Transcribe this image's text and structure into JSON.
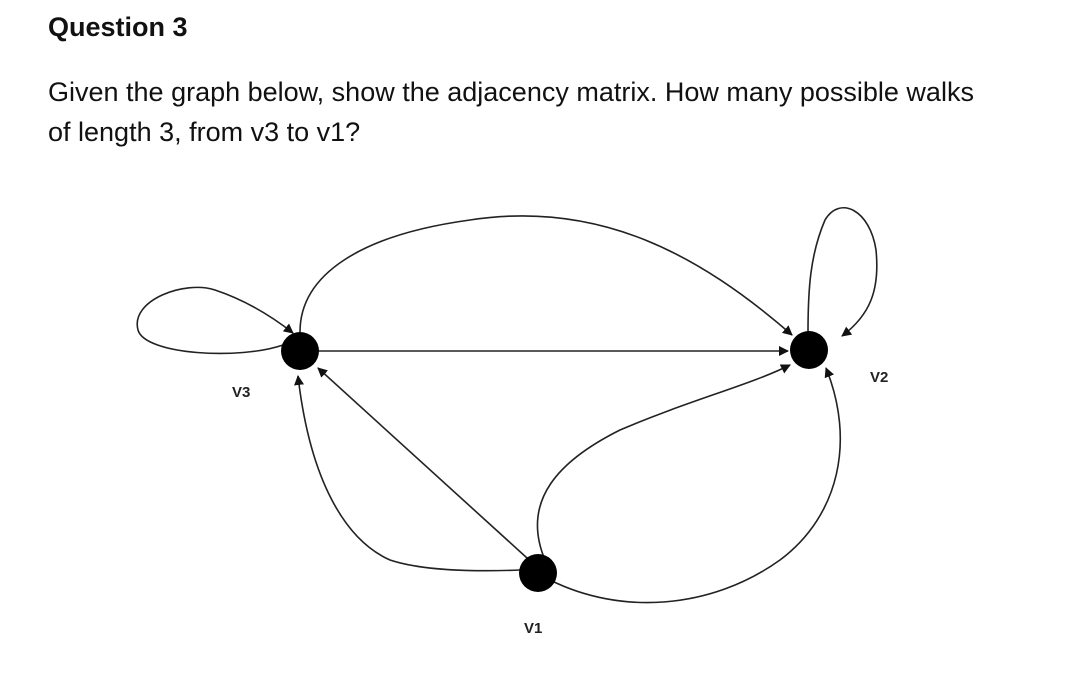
{
  "heading": "Question 3",
  "question": {
    "line1": "Given the graph  below, show the adjacency matrix. How many possible walks",
    "line2": "of length 3, from v3 to v1?"
  },
  "graph": {
    "vertices": [
      {
        "id": "v3",
        "label": "V3"
      },
      {
        "id": "v2",
        "label": "V2"
      },
      {
        "id": "v1",
        "label": "V1"
      }
    ],
    "edges": [
      {
        "from": "v3",
        "to": "v3"
      },
      {
        "from": "v3",
        "to": "v2"
      },
      {
        "from": "v3",
        "to": "v2"
      },
      {
        "from": "v2",
        "to": "v2"
      },
      {
        "from": "v1",
        "to": "v3"
      },
      {
        "from": "v1",
        "to": "v3"
      },
      {
        "from": "v1",
        "to": "v2"
      },
      {
        "from": "v1",
        "to": "v2"
      }
    ]
  }
}
